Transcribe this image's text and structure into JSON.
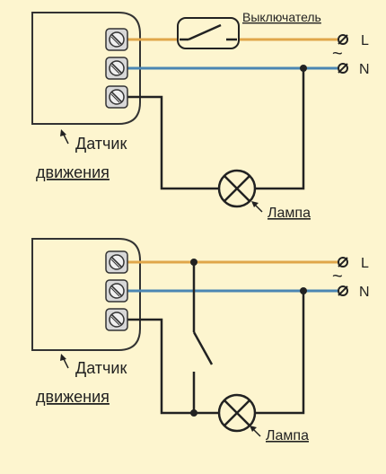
{
  "colors": {
    "background": "#fdf5cf",
    "phase_wire": "#e0a64a",
    "neutral_wire": "#4a86b3",
    "load_wire": "#222222",
    "sensor_box_fill": "#fdf5cf",
    "sensor_box_stroke": "#333333"
  },
  "diagram_top": {
    "switch_label": "Выключатель",
    "phase_terminal": "L",
    "neutral_terminal": "N",
    "ac_symbol": "~",
    "sensor_label_line1": "Датчик",
    "sensor_label_line2": "движения",
    "lamp_label": "Лампа"
  },
  "diagram_bottom": {
    "phase_terminal": "L",
    "neutral_terminal": "N",
    "ac_symbol": "~",
    "sensor_label_line1": "Датчик",
    "sensor_label_line2": "движения",
    "lamp_label": "Лампа"
  },
  "icons": {
    "terminal": "screw-terminal-icon",
    "lamp": "lamp-symbol-icon",
    "switch": "switch-symbol-icon",
    "arrow": "pointer-arrow-icon"
  }
}
